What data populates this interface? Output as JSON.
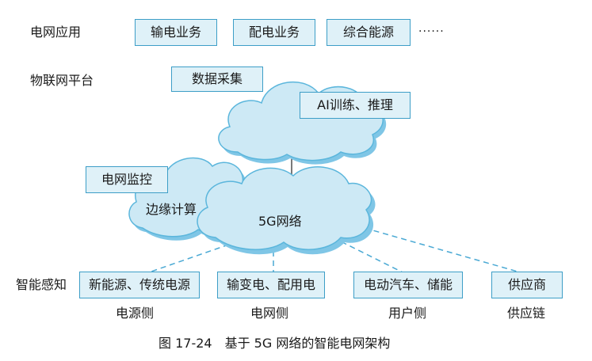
{
  "layers": {
    "app": "电网应用",
    "platform": "物联网平台",
    "sensing": "智能感知"
  },
  "apps": [
    "输电业务",
    "配电业务",
    "综合能源",
    "······"
  ],
  "platform": {
    "data_collect": "数据采集",
    "ai": "AI训练、推理"
  },
  "edge": {
    "monitor": "电网监控",
    "computing": "边缘计算"
  },
  "network": "5G网络",
  "sensing_boxes": [
    "新能源、传统电源",
    "输变电、配用电",
    "电动汽车、储能",
    "供应商"
  ],
  "sides": [
    "电源侧",
    "电网侧",
    "用户侧",
    "供应链"
  ],
  "caption": "图 17-24　基于 5G 网络的智能电网架构",
  "colors": {
    "cloud_fill": "#cde9f5",
    "cloud_stroke": "#5bb6dc",
    "box_fill": "#dff1f8",
    "box_border": "#3d9ec7",
    "dash": "#4aa9d4"
  }
}
